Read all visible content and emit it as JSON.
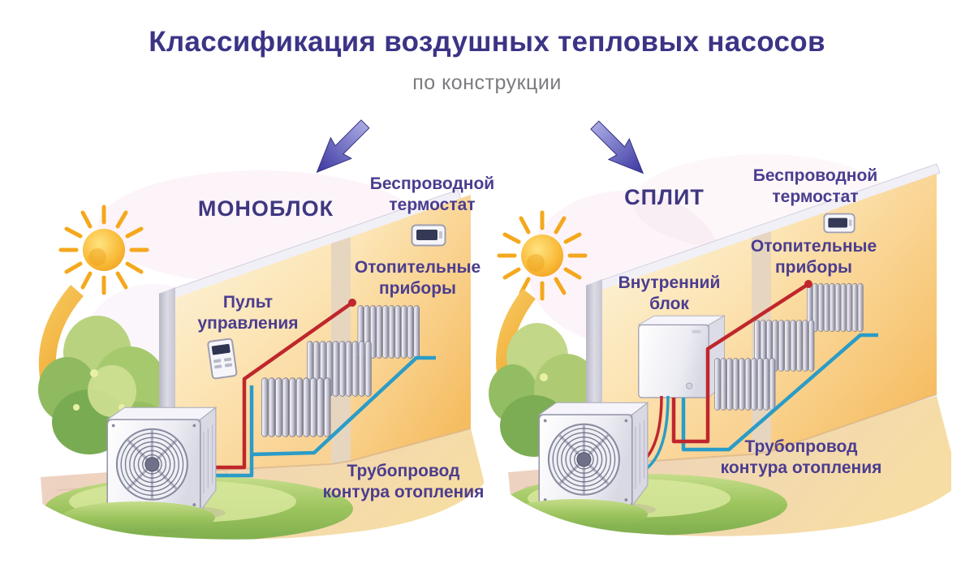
{
  "header": {
    "title": "Классификация воздушных тепловых насосов",
    "subtitle": "по конструкции"
  },
  "panels": [
    {
      "type_label": "МОНОБЛОК",
      "thermostat_label": "Беспроводной\nтермостат",
      "control_label": "Пульт\nуправления",
      "heaters_label": "Отопительные\nприборы",
      "piping_label": "Трубопровод\nконтура отопления"
    },
    {
      "type_label": "СПЛИТ",
      "thermostat_label": "Беспроводной\nтермостат",
      "indoor_unit_label": "Внутренний\nблок",
      "heaters_label": "Отопительные\nприборы",
      "piping_label": "Трубопровод\nконтура отопления"
    }
  ],
  "colors": {
    "title": "#3b3486",
    "subtitle": "#7b7b80",
    "label": "#4b3d8f",
    "hot_pipe": "#bf272c",
    "cold_pipe": "#2a9cc7",
    "sun": "#f5a623",
    "direction_arrow": "#413f9e",
    "wall": "#fce4b4"
  }
}
